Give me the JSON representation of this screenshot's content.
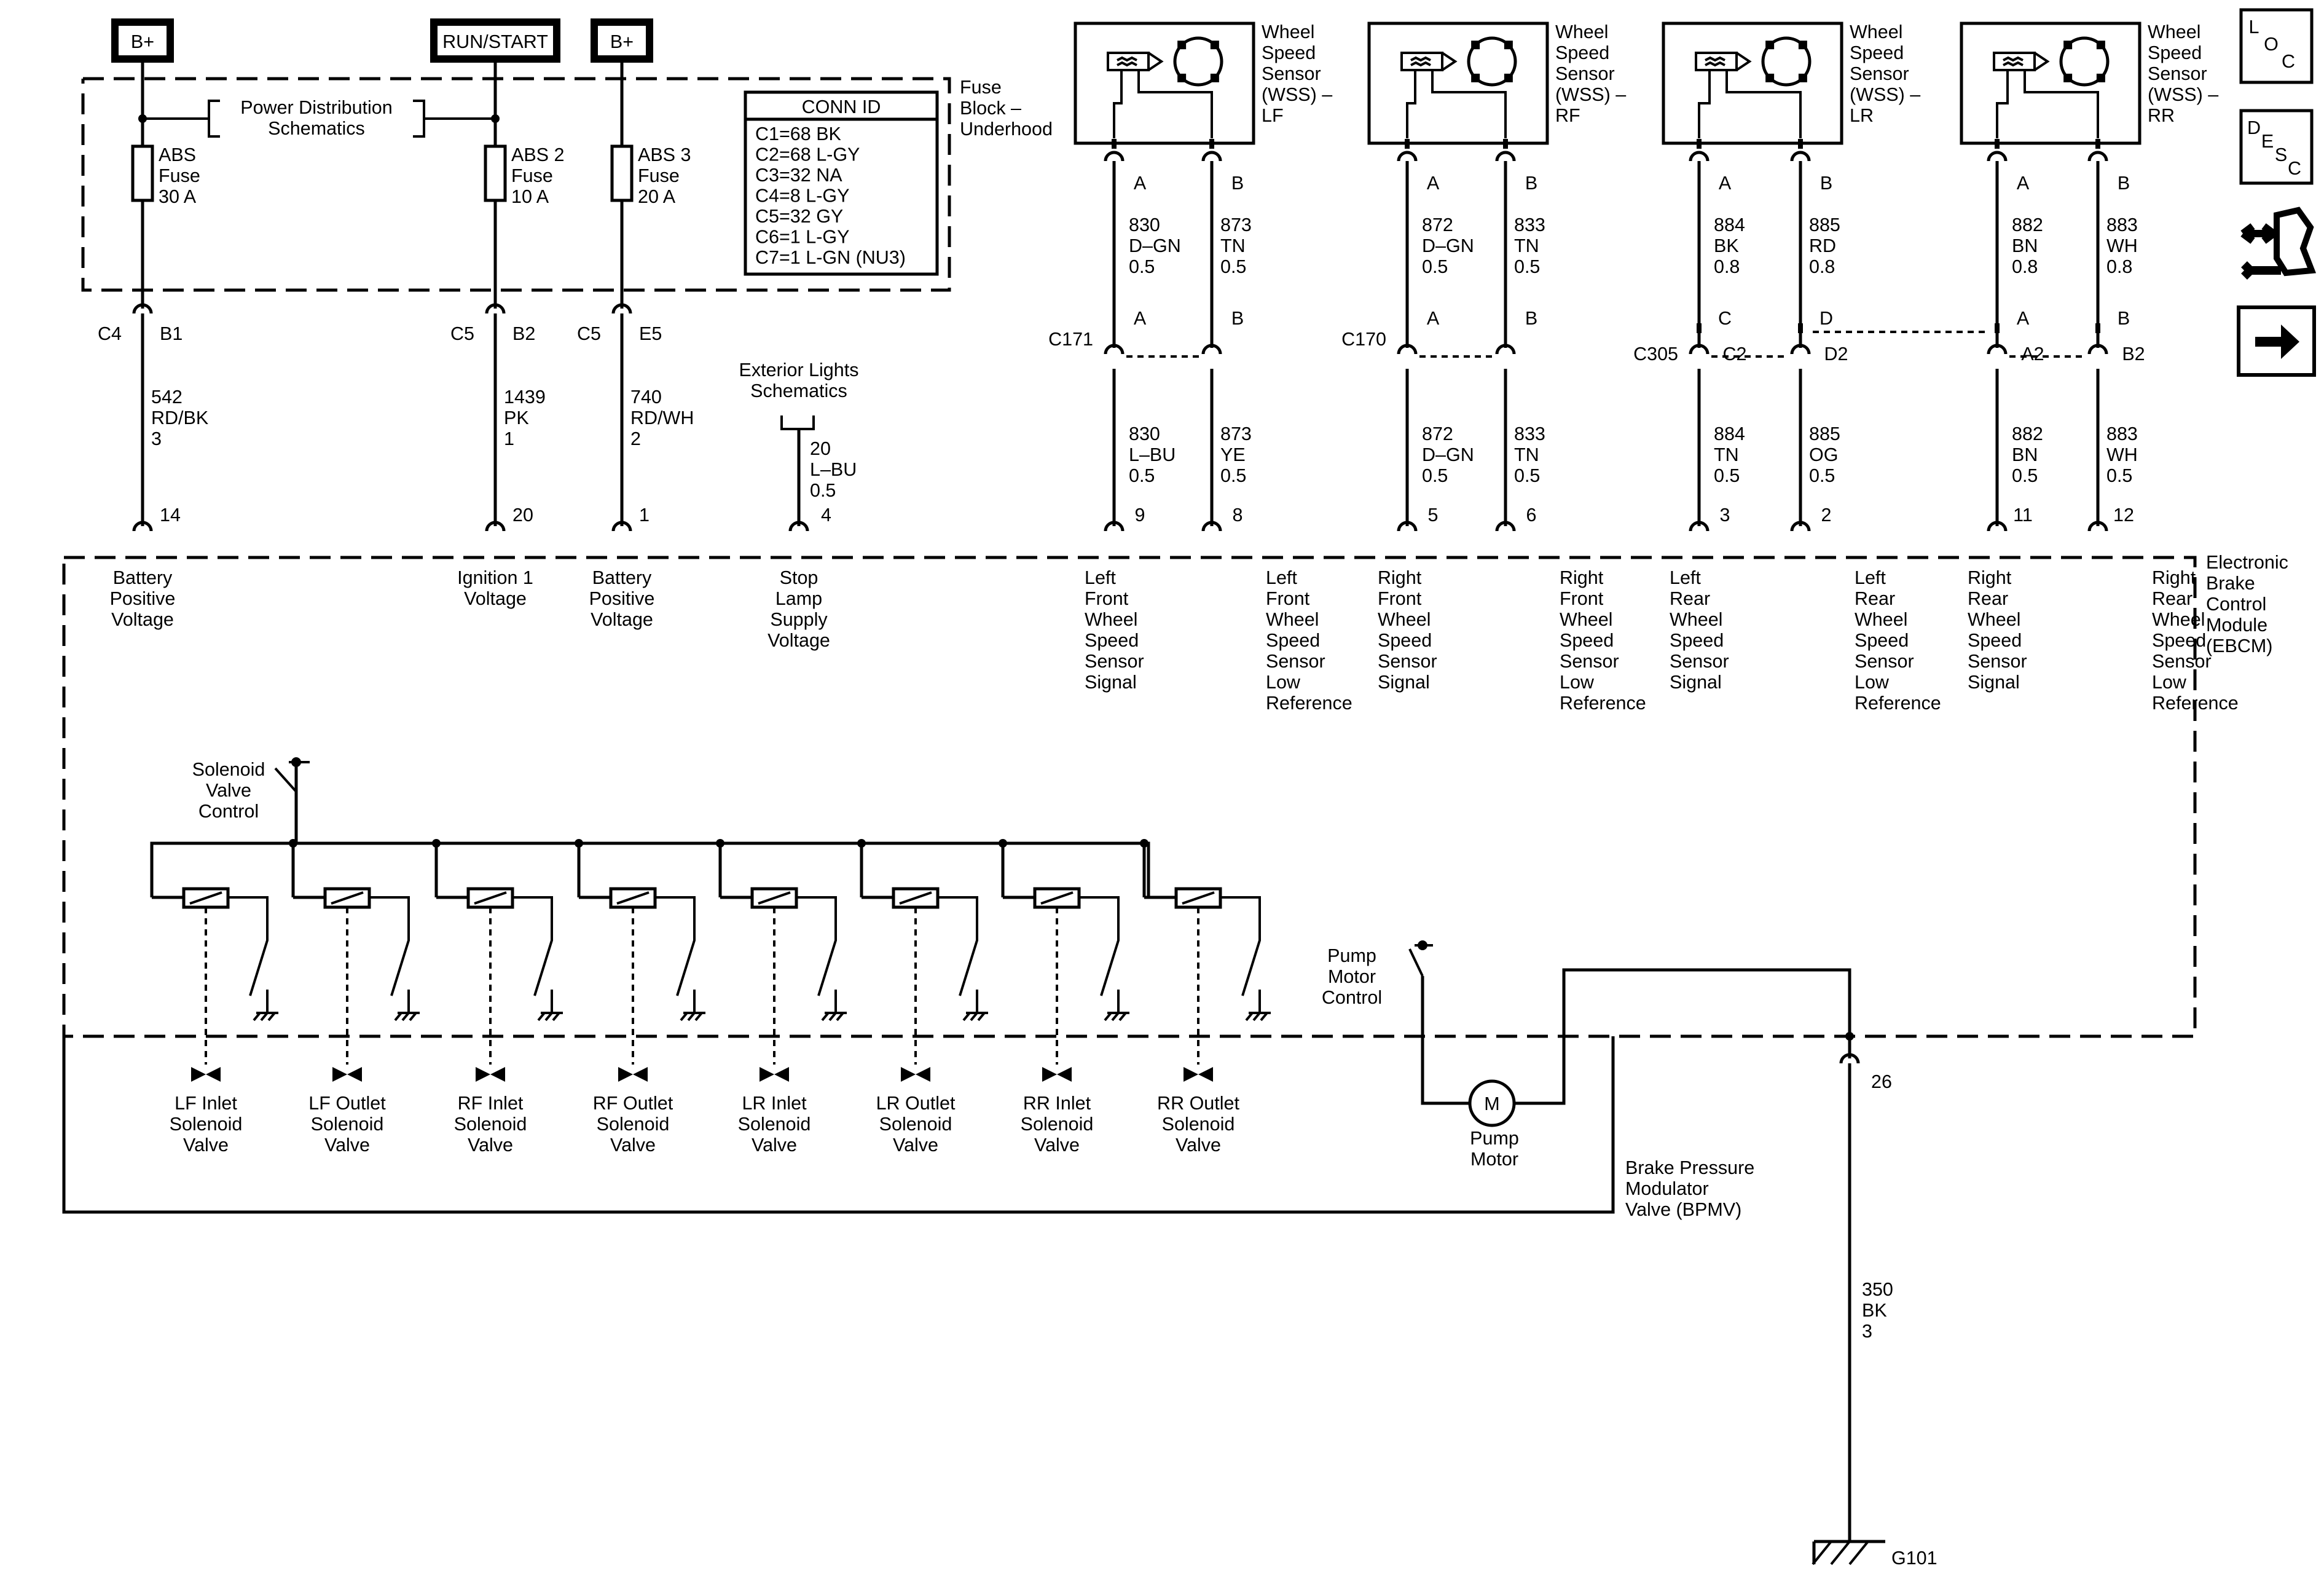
{
  "power_sources": [
    {
      "label": "B+"
    },
    {
      "label": "RUN/START"
    },
    {
      "label": "B+"
    }
  ],
  "fuse_block": {
    "name_lines": [
      "Fuse",
      "Block –",
      "Underhood"
    ],
    "power_distribution": [
      "Power Distribution",
      "Schematics"
    ],
    "fuses": [
      {
        "lines": [
          "ABS",
          "Fuse",
          "30 A"
        ]
      },
      {
        "lines": [
          "ABS 2",
          "Fuse",
          "10 A"
        ]
      },
      {
        "lines": [
          "ABS 3",
          "Fuse",
          "20 A"
        ]
      }
    ],
    "conn_id": {
      "title": "CONN ID",
      "rows": [
        "C1=68 BK",
        "C2=68 L-GY",
        "C3=32 NA",
        "C4=8 L-GY",
        "C5=32 GY",
        "C6=1 L-GY",
        "C7=1 L-GN (NU3)"
      ]
    },
    "connectors": [
      {
        "conn": "C4",
        "pin": "B1"
      },
      {
        "conn": "C5",
        "pin": "B2"
      },
      {
        "conn": "C5",
        "pin": "E5"
      }
    ]
  },
  "power_wires": [
    {
      "circuit": "542",
      "color": "RD/BK",
      "gauge": "3",
      "ebcm_pin": "14",
      "function": [
        "Battery",
        "Positive",
        "Voltage"
      ]
    },
    {
      "circuit": "1439",
      "color": "PK",
      "gauge": "1",
      "ebcm_pin": "20",
      "function": [
        "Ignition 1",
        "Voltage"
      ]
    },
    {
      "circuit": "740",
      "color": "RD/WH",
      "gauge": "2",
      "ebcm_pin": "1",
      "function": [
        "Battery",
        "Positive",
        "Voltage"
      ]
    }
  ],
  "stop_lamp": {
    "ref": [
      "Exterior Lights",
      "Schematics"
    ],
    "circuit": "20",
    "color": "L–BU",
    "gauge": "0.5",
    "ebcm_pin": "4",
    "function": [
      "Stop",
      "Lamp",
      "Supply",
      "Voltage"
    ]
  },
  "sensors": [
    {
      "name": [
        "Wheel",
        "Speed",
        "Sensor",
        "(WSS) –",
        "LF"
      ],
      "pins": [
        "A",
        "B"
      ],
      "upper_wires": [
        [
          "830",
          "D–GN",
          "0.5"
        ],
        [
          "873",
          "TN",
          "0.5"
        ]
      ],
      "inline": {
        "conn": "C171",
        "pins_top": [
          "A",
          "B"
        ],
        "pins_bottom": [
          "",
          ""
        ]
      },
      "lower_wires": [
        [
          "830",
          "L–BU",
          "0.5"
        ],
        [
          "873",
          "YE",
          "0.5"
        ]
      ],
      "ebcm_pins": [
        "9",
        "8"
      ],
      "functions": [
        [
          "Left",
          "Front",
          "Wheel",
          "Speed",
          "Sensor",
          "Signal"
        ],
        [
          "Left",
          "Front",
          "Wheel",
          "Speed",
          "Sensor",
          "Low",
          "Reference"
        ]
      ]
    },
    {
      "name": [
        "Wheel",
        "Speed",
        "Sensor",
        "(WSS) –",
        "RF"
      ],
      "pins": [
        "A",
        "B"
      ],
      "upper_wires": [
        [
          "872",
          "D–GN",
          "0.5"
        ],
        [
          "833",
          "TN",
          "0.5"
        ]
      ],
      "inline": {
        "conn": "C170",
        "pins_top": [
          "A",
          "B"
        ],
        "pins_bottom": [
          "",
          ""
        ]
      },
      "lower_wires": [
        [
          "872",
          "D–GN",
          "0.5"
        ],
        [
          "833",
          "TN",
          "0.5"
        ]
      ],
      "ebcm_pins": [
        "5",
        "6"
      ],
      "functions": [
        [
          "Right",
          "Front",
          "Wheel",
          "Speed",
          "Sensor",
          "Signal"
        ],
        [
          "Right",
          "Front",
          "Wheel",
          "Speed",
          "Sensor",
          "Low",
          "Reference"
        ]
      ]
    },
    {
      "name": [
        "Wheel",
        "Speed",
        "Sensor",
        "(WSS) –",
        "LR"
      ],
      "pins": [
        "A",
        "B"
      ],
      "upper_wires": [
        [
          "884",
          "BK",
          "0.8"
        ],
        [
          "885",
          "RD",
          "0.8"
        ]
      ],
      "inline": {
        "conn": "C305",
        "pins_top": [
          "C",
          "D"
        ],
        "pins_bottom": [
          "C2",
          "D2"
        ]
      },
      "lower_wires": [
        [
          "884",
          "TN",
          "0.5"
        ],
        [
          "885",
          "OG",
          "0.5"
        ]
      ],
      "ebcm_pins": [
        "3",
        "2"
      ],
      "functions": [
        [
          "Left",
          "Rear",
          "Wheel",
          "Speed",
          "Sensor",
          "Signal"
        ],
        [
          "Left",
          "Rear",
          "Wheel",
          "Speed",
          "Sensor",
          "Low",
          "Reference"
        ]
      ]
    },
    {
      "name": [
        "Wheel",
        "Speed",
        "Sensor",
        "(WSS) –",
        "RR"
      ],
      "pins": [
        "A",
        "B"
      ],
      "upper_wires": [
        [
          "882",
          "BN",
          "0.8"
        ],
        [
          "883",
          "WH",
          "0.8"
        ]
      ],
      "inline": {
        "conn": "",
        "pins_top": [
          "A",
          "B"
        ],
        "pins_bottom": [
          "A2",
          "B2"
        ]
      },
      "lower_wires": [
        [
          "882",
          "BN",
          "0.5"
        ],
        [
          "883",
          "WH",
          "0.5"
        ]
      ],
      "ebcm_pins": [
        "11",
        "12"
      ],
      "functions": [
        [
          "Right",
          "Rear",
          "Wheel",
          "Speed",
          "Sensor",
          "Signal"
        ],
        [
          "Right",
          "Rear",
          "Wheel",
          "Speed",
          "Sensor",
          "Low",
          "Reference"
        ]
      ]
    }
  ],
  "ebcm": {
    "name_lines": [
      "Electronic",
      "Brake",
      "Control",
      "Module",
      "(EBCM)"
    ]
  },
  "solenoid_control": [
    "Solenoid",
    "Valve",
    "Control"
  ],
  "valves": [
    [
      "LF Inlet",
      "Solenoid",
      "Valve"
    ],
    [
      "LF Outlet",
      "Solenoid",
      "Valve"
    ],
    [
      "RF Inlet",
      "Solenoid",
      "Valve"
    ],
    [
      "RF Outlet",
      "Solenoid",
      "Valve"
    ],
    [
      "LR Inlet",
      "Solenoid",
      "Valve"
    ],
    [
      "LR Outlet",
      "Solenoid",
      "Valve"
    ],
    [
      "RR Inlet",
      "Solenoid",
      "Valve"
    ],
    [
      "RR Outlet",
      "Solenoid",
      "Valve"
    ]
  ],
  "pump_control": [
    "Pump",
    "Motor",
    "Control"
  ],
  "pump_motor": {
    "symbol": "M",
    "label": [
      "Pump",
      "Motor"
    ]
  },
  "bpmv": [
    "Brake Pressure",
    "Modulator",
    "Valve (BPMV)"
  ],
  "ground": {
    "ebcm_pin": "26",
    "circuit": "350",
    "color": "BK",
    "gauge": "3",
    "name": "G101"
  },
  "nav_icons": [
    {
      "name": "loc-icon",
      "letters": [
        "L",
        "O",
        "C"
      ]
    },
    {
      "name": "desc-icon",
      "letters": [
        "D",
        "E",
        "S",
        "C"
      ]
    },
    {
      "name": "connector-repair-icon",
      "letters": []
    },
    {
      "name": "next-arrow-icon",
      "letters": []
    }
  ]
}
